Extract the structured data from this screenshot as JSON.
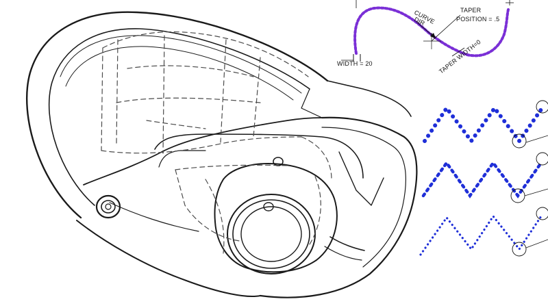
{
  "colors": {
    "ink": "#1a1a1a",
    "hidden_line": "#4a4a4a",
    "curve_purple": "#7a2fd6",
    "dots_blue": "#1f2fd8",
    "background": "#ffffff"
  },
  "curve_annotations": {
    "curve_dir_line1": "CURVE",
    "curve_dir_line2": "DIR",
    "taper_line1": "TAPER",
    "taper_line2": "POSITION = .5",
    "width_label": "WIDTH = 20",
    "taper_width_label": "TAPER WIDTH=0"
  },
  "zigzag_rows": [
    {
      "dot_style": "large-dots"
    },
    {
      "dot_style": "medium-dashes"
    },
    {
      "dot_style": "small-dots"
    }
  ]
}
